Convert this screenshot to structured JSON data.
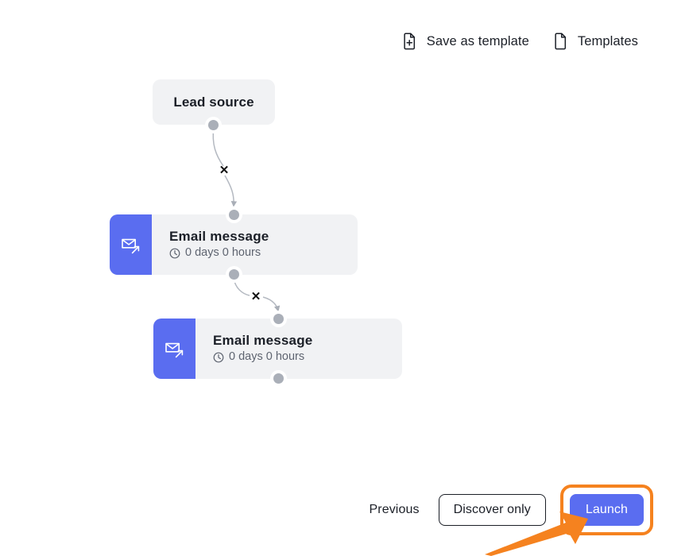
{
  "toolbar": {
    "actions": [
      {
        "label": "Save as template",
        "icon": "document-plus-icon"
      },
      {
        "label": "Templates",
        "icon": "document-icon"
      }
    ]
  },
  "flow": {
    "nodes": [
      {
        "id": "lead-source",
        "type": "trigger",
        "title": "Lead source",
        "subtitle": "",
        "icon": ""
      },
      {
        "id": "email-message-1",
        "type": "action",
        "title": "Email message",
        "subtitle": "0 days 0 hours",
        "icon": "email-send-icon"
      },
      {
        "id": "email-message-2",
        "type": "action",
        "title": "Email message",
        "subtitle": "0 days 0 hours",
        "icon": "email-send-icon"
      }
    ],
    "edges": [
      {
        "from": "lead-source",
        "to": "email-message-1",
        "delete_label": "✕"
      },
      {
        "from": "email-message-1",
        "to": "email-message-2",
        "delete_label": "✕"
      }
    ]
  },
  "footer": {
    "previous_label": "Previous",
    "discover_label": "Discover only",
    "launch_label": "Launch"
  },
  "colors": {
    "accent_blue": "#5a6df0",
    "node_bg": "#f1f2f4",
    "handle": "#aaafb8",
    "annotation_orange": "#f5821f",
    "text": "#1b1f27",
    "muted_text": "#5e6470"
  }
}
